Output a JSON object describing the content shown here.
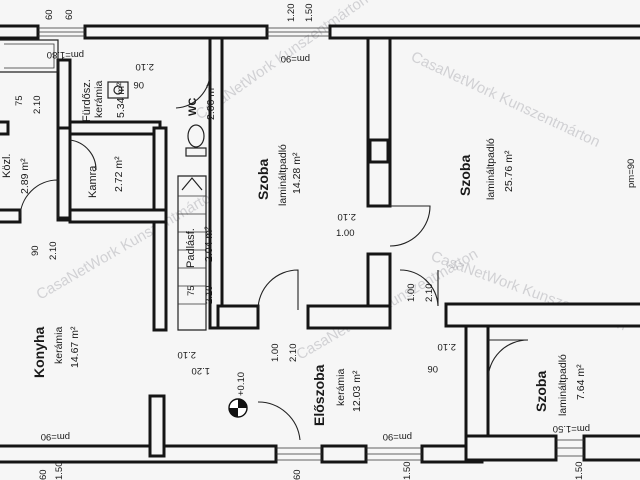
{
  "rooms": {
    "furdoszoba": {
      "name": "Fürdősz.",
      "floor": "kerámia",
      "area": "5.34 m²"
    },
    "wc": {
      "name": "WC",
      "area": "2.00 m²"
    },
    "kozl": {
      "name": "Közl.",
      "area": "2.89 m²"
    },
    "kamra": {
      "name": "Kamra",
      "area": "2.72 m²"
    },
    "padlasf": {
      "name": "Padlásf.",
      "area": "2.04 m²"
    },
    "szoba_mid": {
      "name": "Szoba",
      "floor": "lamináltpadló",
      "area": "14.28 m²"
    },
    "szoba_right": {
      "name": "Szoba",
      "floor": "lamináltpadló",
      "area": "25.76 m²"
    },
    "konyha": {
      "name": "Konyha",
      "floor": "kerámia",
      "area": "14.67 m²"
    },
    "eloszoba": {
      "name": "Előszoba",
      "floor": "kerámia",
      "area": "12.03 m²"
    },
    "szoba_small": {
      "name": "Szoba",
      "floor": "lamináltpadló",
      "area": "7.64 m²"
    }
  },
  "dimensions": {
    "d_top_60a": "60",
    "d_top_60b": "60",
    "d_top_120": "1.20",
    "d_top_150": "1.50",
    "d_pm90_top": "pm=90",
    "d_pm180": "pm=1.80",
    "d_bath_210": "2.10",
    "d_bath_06": "06",
    "d_75": "75",
    "d_kozl_210": "2.10",
    "d_90": "90",
    "d_210_left": "2.10",
    "d_210_mid": "2.10",
    "d_100_mid": "1.00",
    "d_100_right": "1.00",
    "d_210_right": "2.10",
    "d_06": "06",
    "d_210_small": "2.10",
    "d_pm90_right": "pm=90",
    "d_pad_75": "75",
    "d_pad_210": "2.10",
    "d_120_stair": "1.20",
    "d_210_stair": "2.10",
    "d_el_100": "1.00",
    "d_el_210": "2.10",
    "d_010": "+0.10",
    "d_pm90_bl": "pm=90",
    "d_pm90_bm": "pm=90",
    "d_pm150_br": "pm=1.50",
    "d_bot_60a": "60",
    "d_bot_150": "1.50",
    "d_bot_60b": "60",
    "d_bot_150b": "1.50",
    "d_bot_150c": "1.50"
  },
  "watermark": {
    "w1": "CasaNetWork Kunszentmárton",
    "w2": "CasaNetWork Kunszentmárton",
    "w3": "CasaNetWork Kunszentmárton",
    "w4": "CasaNetWork Kunszentmárton",
    "w5": "CasaNetWork Kunszentmárton"
  },
  "colors": {
    "paper": "#f6f6f6",
    "wall": "#151515",
    "background": "#d9d9dc"
  }
}
